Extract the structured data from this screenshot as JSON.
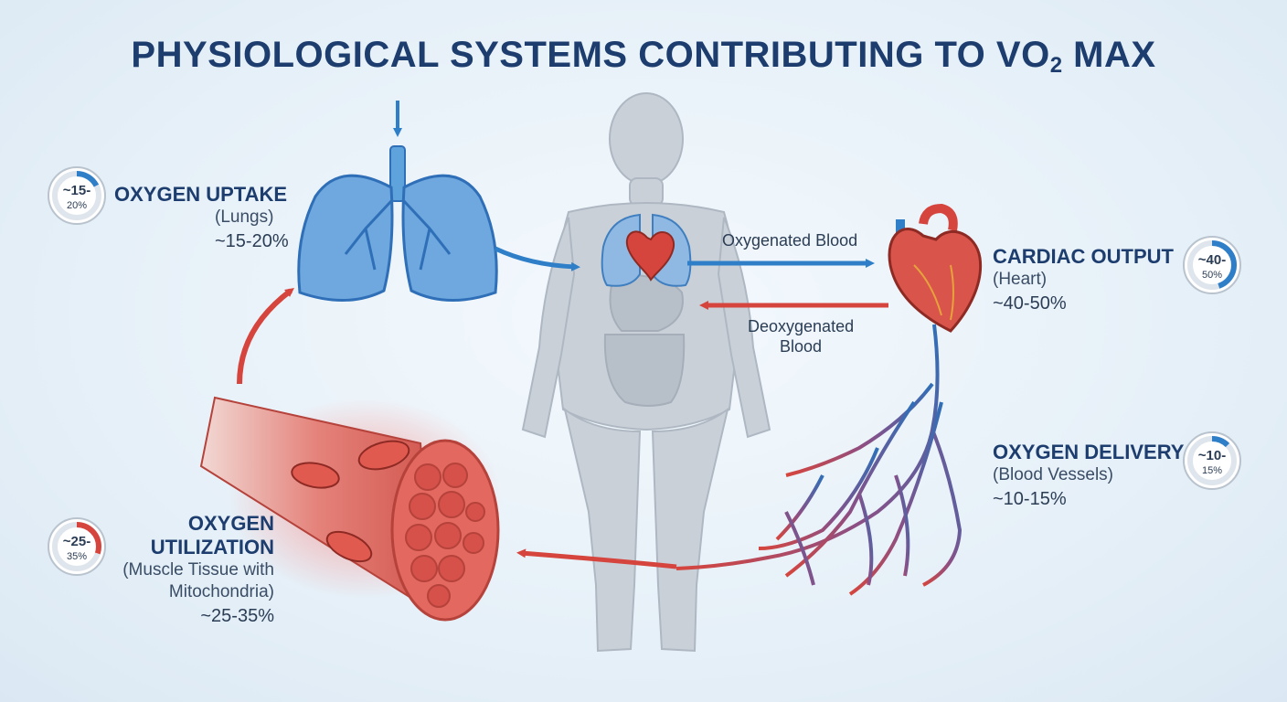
{
  "title": {
    "main": "PHYSIOLOGICAL SYSTEMS CONTRIBUTING TO VO",
    "subscript": "2",
    "suffix": " MAX"
  },
  "systems": [
    {
      "id": "lungs",
      "heading": "OXYGEN UPTAKE",
      "subtitle": "(Lungs)",
      "range": "~15-20%",
      "badge_top": "~15-",
      "badge_bottom": "20%",
      "fill_fraction": 0.175,
      "color": "#2f7fc8"
    },
    {
      "id": "heart",
      "heading": "CARDIAC OUTPUT",
      "subtitle": "(Heart)",
      "range": "~40-50%",
      "badge_top": "~40-",
      "badge_bottom": "50%",
      "fill_fraction": 0.45,
      "color": "#2f7fc8"
    },
    {
      "id": "vessels",
      "heading": "OXYGEN DELIVERY",
      "subtitle": "(Blood Vessels)",
      "range": "~10-15%",
      "badge_top": "~10-",
      "badge_bottom": "15%",
      "fill_fraction": 0.125,
      "color": "#2f7fc8"
    },
    {
      "id": "muscle",
      "heading_line1": "OXYGEN",
      "heading_line2": "UTILIZATION",
      "subtitle_line1": "(Muscle Tissue with",
      "subtitle_line2": "Mitochondria)",
      "range": "~25-35%",
      "badge_top": "~25-",
      "badge_bottom": "35%",
      "fill_fraction": 0.3,
      "color": "#d6453d"
    }
  ],
  "flows": {
    "oxygenated": "Oxygenated Blood",
    "deoxygenated_line1": "Deoxygenated",
    "deoxygenated_line2": "Blood"
  },
  "colors": {
    "blue": "#2f7fc8",
    "red": "#d6453d",
    "navy": "#1c3d6e"
  }
}
